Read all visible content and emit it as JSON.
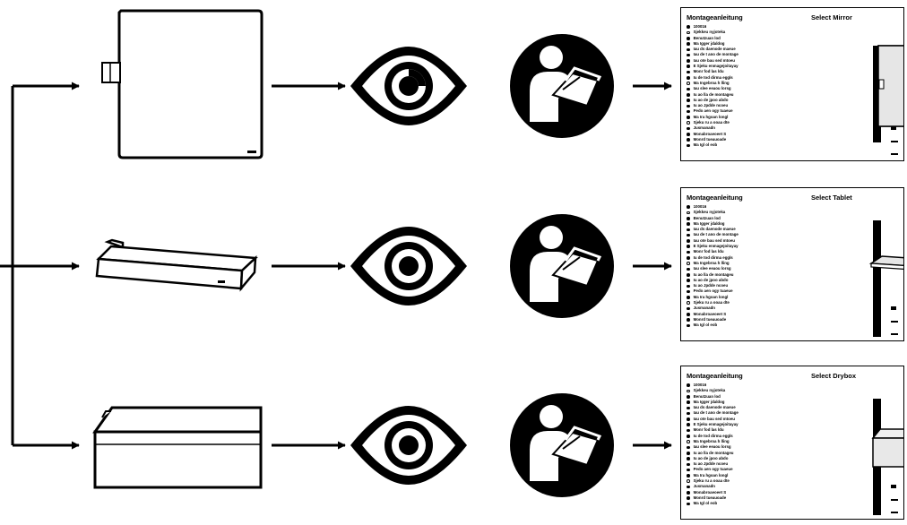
{
  "manual": {
    "heading": "Montageanleitung",
    "select_word": "Select",
    "items": [
      "100016",
      "Sjekkeu nyjoteka",
      "Benutzuan lod",
      "Ma Igger jdaldog",
      "Iau ds daenode maeue",
      "Iau de t ano de montage",
      "Iau ote bau sed mtoeu",
      "E Sjeku enmagejoitayay",
      "Monr fod las ldu",
      "Iu de tod dirma eggls",
      "Ma Ingebroa h lling",
      "Iau slee eeaou lorsg",
      "Iu ao lla de montageu",
      "Iu ao de jpoo abdo",
      "Iu ao Jpdde ncoeu",
      "Pedo aen ogy tuaeue",
      "Ma Ira hgoan longl",
      "Sjeku ru a ooaa dte",
      "Jusmanadn",
      "Monabroaeoeet S",
      "Monrd tueauoade",
      "Ma Igl ol eob"
    ],
    "open_markers": [
      1,
      10,
      17
    ]
  },
  "rows": [
    {
      "product": "Mirror"
    },
    {
      "product": "Tablet"
    },
    {
      "product": "Drybox"
    }
  ],
  "icons": {
    "eye": "eye-icon",
    "reader": "read-manual-icon"
  }
}
